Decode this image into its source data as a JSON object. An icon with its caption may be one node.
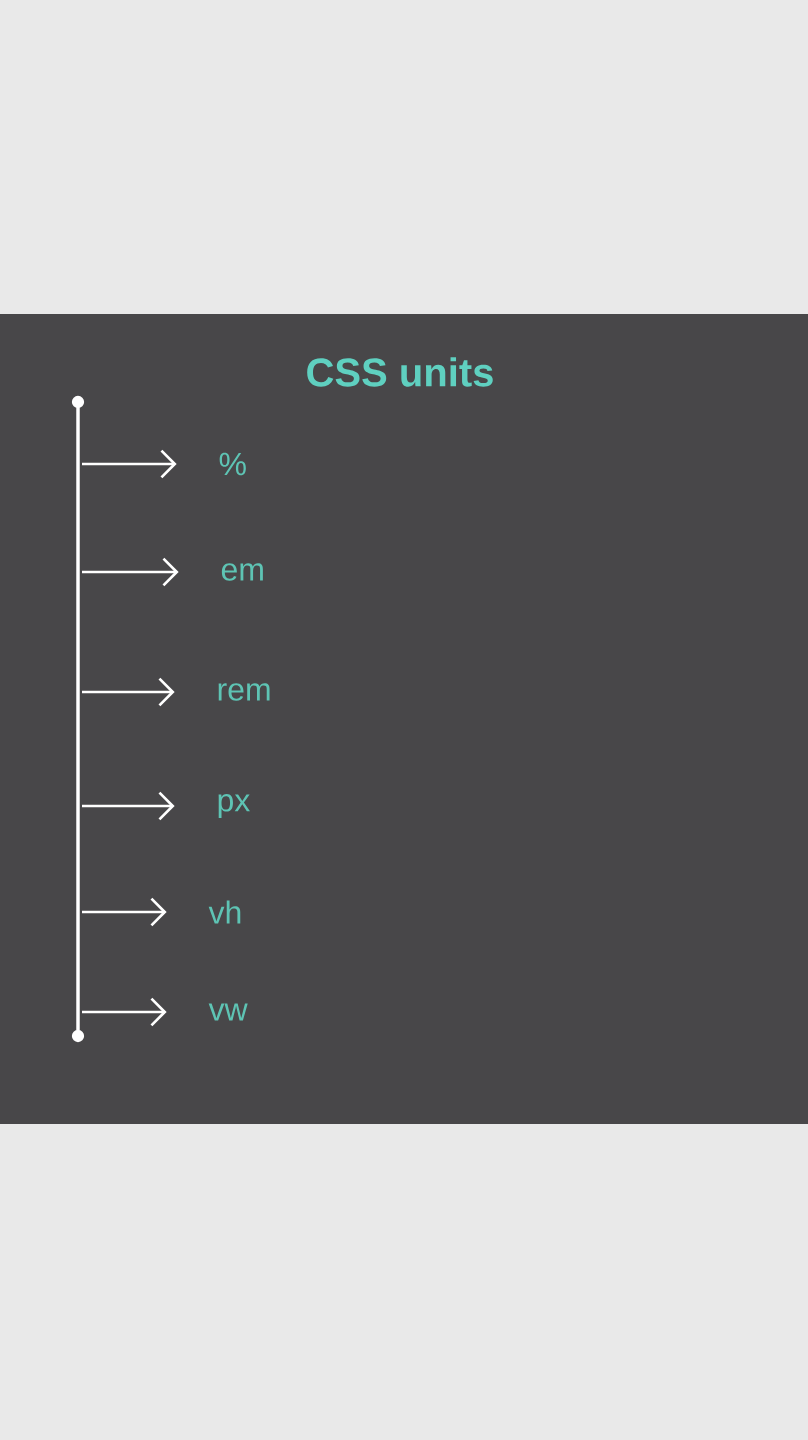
{
  "diagram": {
    "title": "CSS units",
    "nodes": [
      {
        "text": [
          "%"
        ]
      },
      {
        "text": [
          "em"
        ]
      },
      {
        "text": [
          "rem"
        ]
      },
      {
        "text": [
          "px"
        ]
      },
      {
        "text": [
          "vh"
        ]
      },
      {
        "text": [
          "vw"
        ]
      }
    ],
    "edges": [
      {
        "from": null,
        "to": 0,
        "arrow": "to"
      },
      {
        "from": null,
        "to": 1,
        "arrow": "to"
      },
      {
        "from": null,
        "to": 2,
        "arrow": "to"
      },
      {
        "from": null,
        "to": 3,
        "arrow": "to"
      },
      {
        "from": null,
        "to": 4,
        "arrow": "to"
      },
      {
        "from": null,
        "to": 5,
        "arrow": "to"
      }
    ]
  }
}
